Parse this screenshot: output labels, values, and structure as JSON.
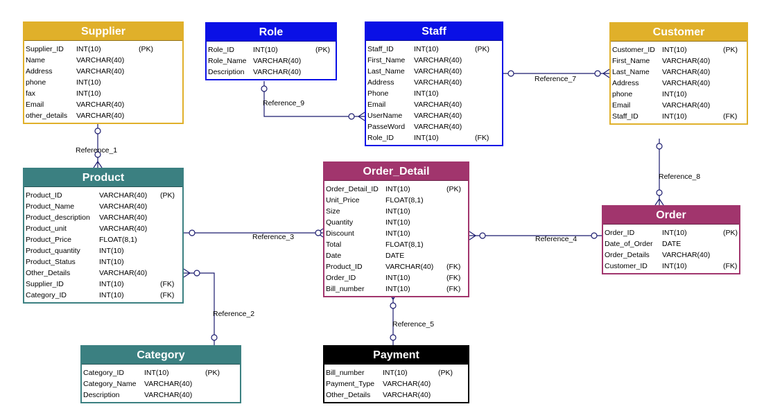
{
  "entities": [
    {
      "id": "supplier",
      "name": "Supplier",
      "color": "#e0b02a",
      "rows": [
        [
          "Supplier_ID",
          "INT(10)",
          "(PK)"
        ],
        [
          "Name",
          "VARCHAR(40)",
          ""
        ],
        [
          "Address",
          "VARCHAR(40)",
          ""
        ],
        [
          "phone",
          "INT(10)",
          ""
        ],
        [
          "fax",
          "INT(10)",
          ""
        ],
        [
          "Email",
          "VARCHAR(40)",
          ""
        ],
        [
          "other_details",
          "VARCHAR(40)",
          ""
        ]
      ]
    },
    {
      "id": "role",
      "name": "Role",
      "color": "#0a10e6",
      "rows": [
        [
          "Role_ID",
          "INT(10)",
          "(PK)"
        ],
        [
          "Role_Name",
          "VARCHAR(40)",
          ""
        ],
        [
          "Description",
          "VARCHAR(40)",
          ""
        ]
      ]
    },
    {
      "id": "staff",
      "name": "Staff",
      "color": "#0a10e6",
      "rows": [
        [
          "Staff_ID",
          "INT(10)",
          "(PK)"
        ],
        [
          "First_Name",
          "VARCHAR(40)",
          ""
        ],
        [
          "Last_Name",
          "VARCHAR(40)",
          ""
        ],
        [
          "Address",
          "VARCHAR(40)",
          ""
        ],
        [
          "Phone",
          "INT(10)",
          ""
        ],
        [
          "Email",
          "VARCHAR(40)",
          ""
        ],
        [
          "UserName",
          "VARCHAR(40)",
          ""
        ],
        [
          "PasseWord",
          "VARCHAR(40)",
          ""
        ],
        [
          "Role_ID",
          "INT(10)",
          "(FK)"
        ]
      ]
    },
    {
      "id": "customer",
      "name": "Customer",
      "color": "#e0b02a",
      "rows": [
        [
          "Customer_ID",
          "INT(10)",
          "(PK)"
        ],
        [
          "First_Name",
          "VARCHAR(40)",
          ""
        ],
        [
          "Last_Name",
          "VARCHAR(40)",
          ""
        ],
        [
          "Address",
          "VARCHAR(40)",
          ""
        ],
        [
          "phone",
          "INT(10)",
          ""
        ],
        [
          "Email",
          "VARCHAR(40)",
          ""
        ],
        [
          "Staff_ID",
          "INT(10)",
          "(FK)"
        ]
      ]
    },
    {
      "id": "product",
      "name": "Product",
      "color": "#3b8081",
      "rows": [
        [
          "Product_ID",
          "VARCHAR(40)",
          "(PK)"
        ],
        [
          "Product_Name",
          "VARCHAR(40)",
          ""
        ],
        [
          "Product_description",
          "VARCHAR(40)",
          ""
        ],
        [
          "Product_unit",
          "VARCHAR(40)",
          ""
        ],
        [
          "Product_Price",
          "FLOAT(8,1)",
          ""
        ],
        [
          "Product_quantity",
          "INT(10)",
          ""
        ],
        [
          "Product_Status",
          "INT(10)",
          ""
        ],
        [
          "Other_Details",
          "VARCHAR(40)",
          ""
        ],
        [
          "Supplier_ID",
          "INT(10)",
          "(FK)"
        ],
        [
          "Category_ID",
          "INT(10)",
          "(FK)"
        ]
      ]
    },
    {
      "id": "order_detail",
      "name": "Order_Detail",
      "color": "#a1356d",
      "rows": [
        [
          "Order_Detail_ID",
          "INT(10)",
          "(PK)"
        ],
        [
          "Unit_Price",
          "FLOAT(8,1)",
          ""
        ],
        [
          "Size",
          "INT(10)",
          ""
        ],
        [
          "Quantity",
          "INT(10)",
          ""
        ],
        [
          "Discount",
          "INT(10)",
          ""
        ],
        [
          "Total",
          "FLOAT(8,1)",
          ""
        ],
        [
          "Date",
          "DATE",
          ""
        ],
        [
          "Product_ID",
          "VARCHAR(40)",
          "(FK)"
        ],
        [
          "Order_ID",
          "INT(10)",
          "(FK)"
        ],
        [
          "Bill_number",
          "INT(10)",
          "(FK)"
        ]
      ]
    },
    {
      "id": "order",
      "name": "Order",
      "color": "#a1356d",
      "rows": [
        [
          "Order_ID",
          "INT(10)",
          "(PK)"
        ],
        [
          "Date_of_Order",
          "DATE",
          ""
        ],
        [
          "Order_Details",
          "VARCHAR(40)",
          ""
        ],
        [
          "Customer_ID",
          "INT(10)",
          "(FK)"
        ]
      ]
    },
    {
      "id": "category",
      "name": "Category",
      "color": "#3b8081",
      "rows": [
        [
          "Category_ID",
          "INT(10)",
          "(PK)"
        ],
        [
          "Category_Name",
          "VARCHAR(40)",
          ""
        ],
        [
          "Description",
          "VARCHAR(40)",
          ""
        ]
      ]
    },
    {
      "id": "payment",
      "name": "Payment",
      "color": "#000000",
      "rows": [
        [
          "Bill_number",
          "INT(10)",
          "(PK)"
        ],
        [
          "Payment_Type",
          "VARCHAR(40)",
          ""
        ],
        [
          "Other_Details",
          "VARCHAR(40)",
          ""
        ]
      ]
    }
  ],
  "references": [
    {
      "id": "ref1",
      "label": "Reference_1",
      "from": "supplier",
      "to": "product"
    },
    {
      "id": "ref2",
      "label": "Reference_2",
      "from": "category",
      "to": "product"
    },
    {
      "id": "ref3",
      "label": "Reference_3",
      "from": "product",
      "to": "order_detail"
    },
    {
      "id": "ref4",
      "label": "Reference_4",
      "from": "order",
      "to": "order_detail"
    },
    {
      "id": "ref5",
      "label": "Reference_5",
      "from": "payment",
      "to": "order_detail"
    },
    {
      "id": "ref7",
      "label": "Reference_7",
      "from": "staff",
      "to": "customer"
    },
    {
      "id": "ref8",
      "label": "Reference_8",
      "from": "customer",
      "to": "order"
    },
    {
      "id": "ref9",
      "label": "Reference_9",
      "from": "role",
      "to": "staff"
    }
  ]
}
